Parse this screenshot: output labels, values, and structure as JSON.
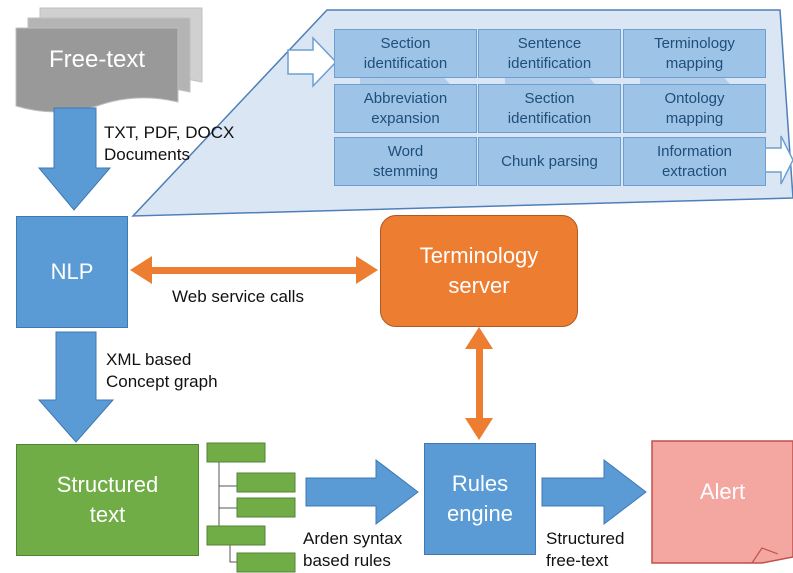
{
  "free_text": "Free-text",
  "input_docs": "TXT, PDF, DOCX\nDocuments",
  "nlp": "NLP",
  "web_service": "Web service calls",
  "terminology_server": "Terminology\nserver",
  "xml_concept": "XML based\nConcept graph",
  "structured_text": "Structured\ntext",
  "arden": "Arden syntax\nbased rules",
  "rules_engine": "Rules\nengine",
  "structured_free_text": "Structured\nfree-text",
  "alert": "Alert",
  "nlp_steps": [
    "Section\nidentification",
    "Sentence\nidentification",
    "Terminology\nmapping",
    "Abbreviation\nexpansion",
    "Section\nidentification",
    "Ontology\nmapping",
    "Word\nstemming",
    "Chunk parsing",
    "Information\nextraction"
  ],
  "colors": {
    "blue": "#5b9bd5",
    "orange": "#ed7d31",
    "green": "#70ad47",
    "alert": "#f4a6a0",
    "grey": "#9b9b9b",
    "panel": "#dbe6f4"
  }
}
